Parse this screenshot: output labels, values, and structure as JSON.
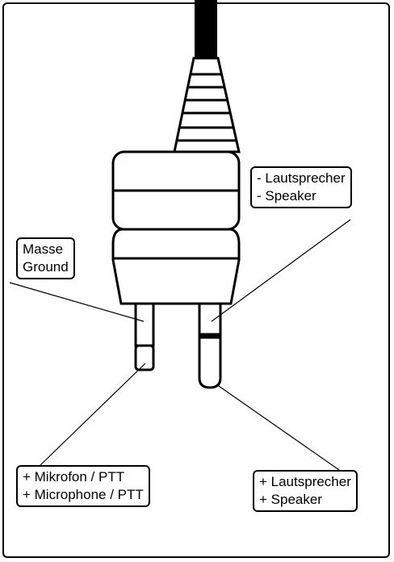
{
  "labels": {
    "minus_speaker": {
      "line1": "- Lautsprecher",
      "line2": "- Speaker"
    },
    "ground": {
      "line1": "Masse",
      "line2": "Ground"
    },
    "mic_ptt": {
      "line1": "+ Mikrofon / PTT",
      "line2": "+ Microphone / PTT"
    },
    "plus_speaker": {
      "line1": "+ Lautsprecher",
      "line2": "+ Speaker"
    }
  },
  "colors": {
    "stroke": "#000000",
    "background": "#ffffff"
  }
}
